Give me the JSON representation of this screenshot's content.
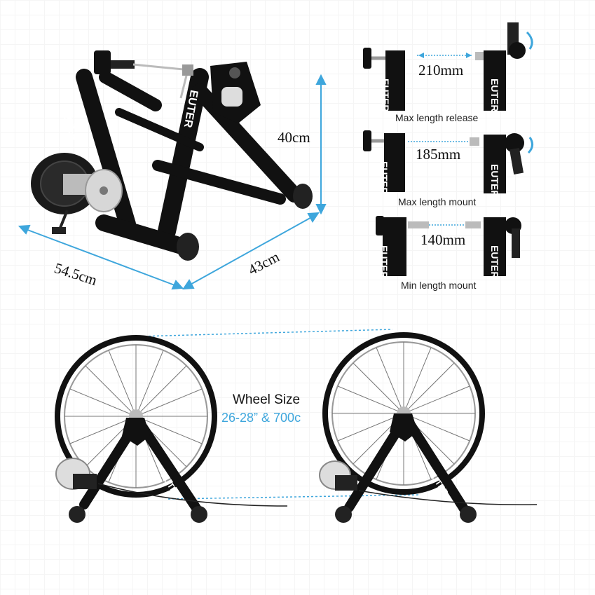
{
  "dimensions": {
    "height": "40cm",
    "length": "54.5cm",
    "width": "43cm"
  },
  "mount_settings": [
    {
      "distance": "210mm",
      "label": "Max length release"
    },
    {
      "distance": "185mm",
      "label": "Max length mount"
    },
    {
      "distance": "140mm",
      "label": "Min length mount"
    }
  ],
  "wheel": {
    "title": "Wheel Size",
    "sizes": "26-28” & 700c"
  },
  "brand": "EUTER",
  "colors": {
    "accent": "#3ea6dc",
    "frame": "#111111",
    "metal": "#c8c8c8"
  }
}
